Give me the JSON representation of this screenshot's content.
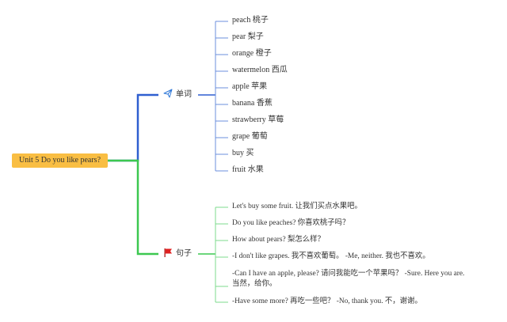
{
  "root": {
    "label": "Unit 5 Do you like pears?"
  },
  "colors": {
    "root_fill": "#f9be43",
    "words_line": "#2f5fd0",
    "sentences_line": "#3cc850",
    "words_leaf_line": "#6b8fdc",
    "sentences_leaf_line": "#7edb8c",
    "flag": "#e02020"
  },
  "branches": {
    "words": {
      "label": "单词",
      "icon": "paper-plane-icon",
      "items": [
        "peach 桃子",
        "pear 梨子",
        "orange 橙子",
        "watermelon 西瓜",
        "apple 苹果",
        "banana 香蕉",
        "strawberry 草莓",
        "grape 葡萄",
        "buy 买",
        "fruit 水果"
      ]
    },
    "sentences": {
      "label": "句子",
      "icon": "red-flag-icon",
      "items": [
        "Let's buy some fruit. 让我们买点水果吧。",
        "Do you like peaches? 你喜欢桃子吗？",
        "How about pears? 梨怎么样？",
        "-I don't like grapes. 我不喜欢葡萄。 -Me, neither. 我也不喜欢。",
        "-Can I have an apple, please? 请问我能吃一个苹果吗？ -Sure. Here you are. 当然，给你。",
        "-Have some more? 再吃一些吧？ -No, thank you. 不，谢谢。"
      ]
    }
  }
}
